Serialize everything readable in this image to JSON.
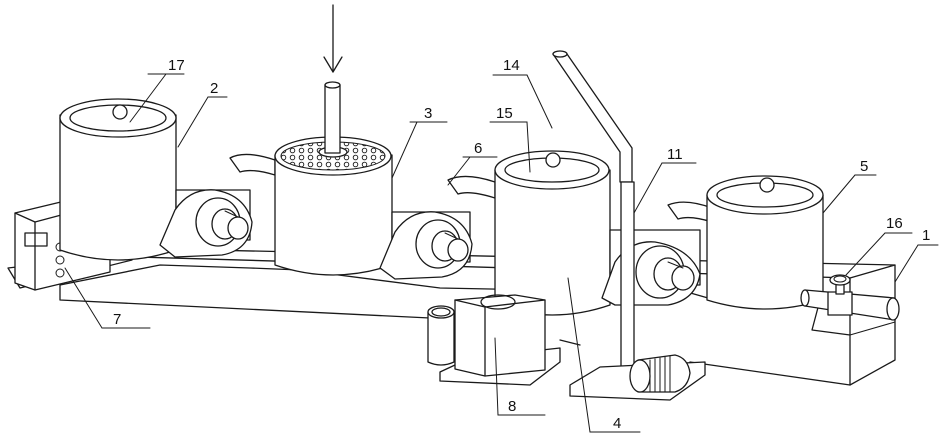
{
  "labels": {
    "l1": "1",
    "l2": "2",
    "l3": "3",
    "l4": "4",
    "l5": "5",
    "l6": "6",
    "l7": "7",
    "l8": "8",
    "l11": "11",
    "l14": "14",
    "l15": "15",
    "l16": "16",
    "l17": "17"
  }
}
